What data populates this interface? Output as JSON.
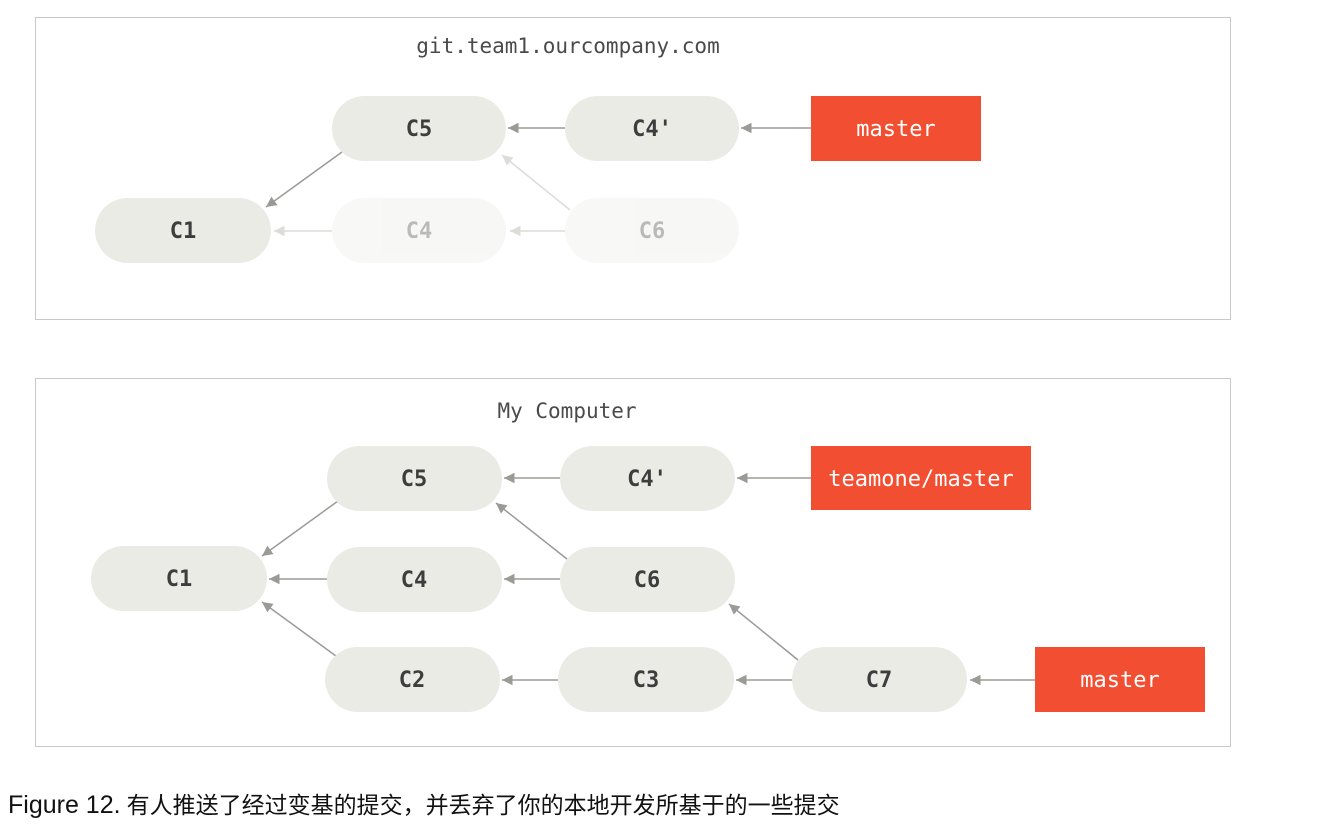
{
  "remote": {
    "title": "git.team1.ourcompany.com",
    "commits": {
      "c1": "C1",
      "c5": "C5",
      "c4p": "C4'",
      "c4": "C4",
      "c6": "C6"
    },
    "refs": {
      "master": "master"
    }
  },
  "local": {
    "title": "My Computer",
    "commits": {
      "c1": "C1",
      "c5": "C5",
      "c4p": "C4'",
      "c4": "C4",
      "c6": "C6",
      "c2": "C2",
      "c3": "C3",
      "c7": "C7"
    },
    "refs": {
      "teamone_master": "teamone/master",
      "master": "master"
    }
  },
  "caption": {
    "label": "Figure 12.",
    "text": "有人推送了经过变基的提交，并丢弃了你的本地开发所基于的一些提交"
  },
  "colors": {
    "commit_fill": "#ebebe5",
    "ref_fill": "#f14e32",
    "arrow": "#9a9a96",
    "faded_arrow": "#dcdcd9"
  }
}
